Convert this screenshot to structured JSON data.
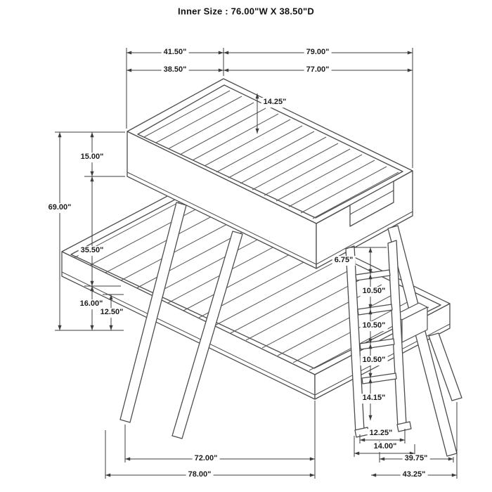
{
  "title": "Inner Size : 76.00\"W X 38.50\"D",
  "dims": {
    "upper_end_width_outer": "41.50\"",
    "upper_length_outer": "79.00\"",
    "upper_end_width_inner": "38.50\"",
    "upper_length_inner": "77.00\"",
    "rail_to_slats": "14.25\"",
    "guardrail_height": "15.00\"",
    "overall_height": "69.00\"",
    "bunk_clearance": "35.50\"",
    "lower_bed_height": "16.00\"",
    "lower_rail_height": "12.50\"",
    "ladder_top_gap": "6.75\"",
    "rung_spacing_1": "10.50\"",
    "rung_spacing_2": "10.50\"",
    "rung_spacing_3": "10.50\"",
    "rung_to_floor": "14.15\"",
    "ladder_width_inner": "12.25\"",
    "ladder_width_outer": "14.00\"",
    "base_length_inner": "72.00\"",
    "base_length_outer": "78.00\"",
    "base_depth_inner": "39.75\"",
    "base_depth_outer": "43.25\""
  }
}
